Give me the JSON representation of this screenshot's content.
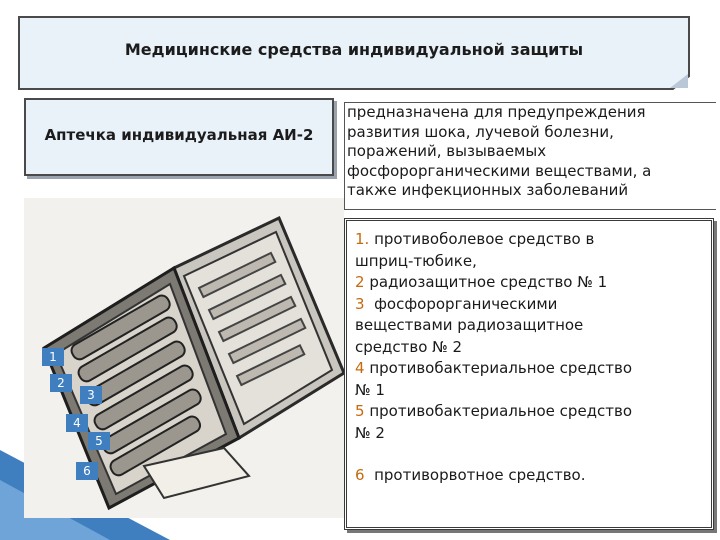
{
  "title": "Медицинские средства индивидуальной защиты",
  "kit_name": "Аптечка индивидуальная АИ-2",
  "description": [
    "предназначена для предупреждения",
    "развития шока, лучевой болезни,",
    "поражений, вызываемых",
    "фосфорорганическими веществами, а",
    "также инфекционных заболеваний"
  ],
  "items": [
    {
      "num": "1.",
      "lines": [
        "противоболевое средство в",
        "шприц-тюбике,"
      ]
    },
    {
      "num": "2",
      "lines": [
        "радиозащитное средство № 1"
      ]
    },
    {
      "num": "3",
      "lines": [
        "фосфорорганическими",
        "веществами радиозащитное",
        "средство № 2"
      ]
    },
    {
      "num": "4",
      "lines": [
        "противобактериальное средство",
        "№ 1"
      ]
    },
    {
      "num": "5",
      "lines": [
        "противобактериальное средство",
        "№ 2"
      ]
    },
    {
      "num": "6",
      "lines": [
        "противорвотное средство."
      ]
    }
  ],
  "photo_labels": [
    "1",
    "2",
    "3",
    "4",
    "5",
    "6"
  ],
  "colors": {
    "accent": "#3f7fc0",
    "number": "#c66a10",
    "box_fill": "#e9f1f9"
  }
}
